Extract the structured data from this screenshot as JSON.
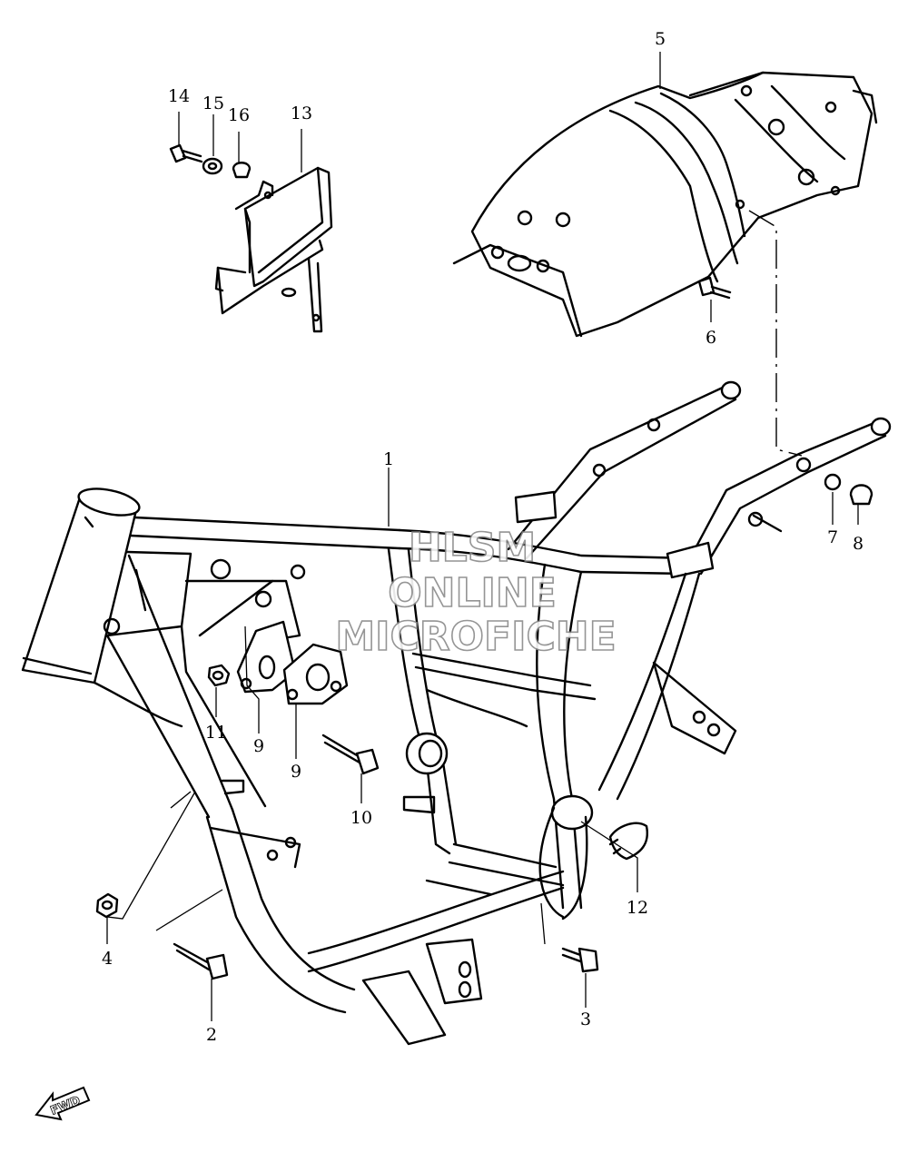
{
  "diagram": {
    "callouts": [
      {
        "id": "c1",
        "label": "1"
      },
      {
        "id": "c2",
        "label": "2"
      },
      {
        "id": "c3",
        "label": "3"
      },
      {
        "id": "c4",
        "label": "4"
      },
      {
        "id": "c5",
        "label": "5"
      },
      {
        "id": "c6",
        "label": "6"
      },
      {
        "id": "c7",
        "label": "7"
      },
      {
        "id": "c8",
        "label": "8"
      },
      {
        "id": "c9a",
        "label": "9"
      },
      {
        "id": "c9b",
        "label": "9"
      },
      {
        "id": "c10",
        "label": "10"
      },
      {
        "id": "c11",
        "label": "11"
      },
      {
        "id": "c12",
        "label": "12"
      },
      {
        "id": "c13",
        "label": "13"
      },
      {
        "id": "c14",
        "label": "14"
      },
      {
        "id": "c15",
        "label": "15"
      },
      {
        "id": "c16",
        "label": "16"
      }
    ],
    "direction_arrow": {
      "label": "FWD"
    },
    "watermark": {
      "line1": "HLSM",
      "line2": "ONLINE",
      "line3": "MICROFICHE"
    }
  }
}
